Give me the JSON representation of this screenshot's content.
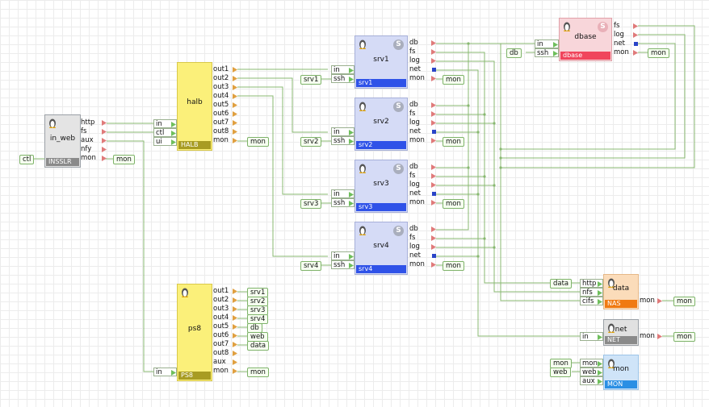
{
  "nodes": {
    "in_web": {
      "title": "in_web",
      "footer": "INSSLR",
      "ports": [
        "http",
        "fs",
        "aux",
        "nfy",
        "mon"
      ],
      "input": "ctl",
      "mon": "mon"
    },
    "halb": {
      "title": "halb",
      "footer": "HALB",
      "inputs": [
        "in",
        "ctl",
        "ui"
      ],
      "outputs": [
        "out1",
        "out2",
        "out3",
        "out4",
        "out5",
        "out6",
        "out7",
        "out8",
        "mon"
      ],
      "mon": "mon"
    },
    "ps8": {
      "title": "ps8",
      "footer": "PS8",
      "inputs": [
        "in"
      ],
      "outputs": [
        "out1",
        "out2",
        "out3",
        "out4",
        "out5",
        "out6",
        "out7",
        "out8",
        "aux",
        "mon"
      ],
      "out_tags": [
        "srv1",
        "srv2",
        "srv3",
        "srv4",
        "db",
        "web",
        "data"
      ],
      "mon": "mon"
    },
    "srv": [
      {
        "title": "srv1",
        "footer": "srv1",
        "badge": "S",
        "inputs": [
          "in",
          "ssh"
        ],
        "outputs": [
          "db",
          "fs",
          "log",
          "net",
          "mon"
        ],
        "ssh_tag": "srv1",
        "mon": "mon"
      },
      {
        "title": "srv2",
        "footer": "srv2",
        "badge": "S",
        "inputs": [
          "in",
          "ssh"
        ],
        "outputs": [
          "db",
          "fs",
          "log",
          "net",
          "mon"
        ],
        "ssh_tag": "srv2",
        "mon": "mon"
      },
      {
        "title": "srv3",
        "footer": "srv3",
        "badge": "S",
        "inputs": [
          "in",
          "ssh"
        ],
        "outputs": [
          "db",
          "fs",
          "log",
          "net",
          "mon"
        ],
        "ssh_tag": "srv3",
        "mon": "mon"
      },
      {
        "title": "srv4",
        "footer": "srv4",
        "badge": "S",
        "inputs": [
          "in",
          "ssh"
        ],
        "outputs": [
          "db",
          "fs",
          "log",
          "net",
          "mon"
        ],
        "ssh_tag": "srv4",
        "mon": "mon"
      }
    ],
    "dbase": {
      "title": "dbase",
      "footer": "dbase",
      "badge": "S",
      "inputs": [
        "in",
        "ssh"
      ],
      "outputs": [
        "fs",
        "log",
        "net",
        "mon"
      ],
      "ssh_tag": "db",
      "mon": "mon"
    },
    "data": {
      "title": "data",
      "footer": "NAS",
      "inputs": [
        "http",
        "nfs",
        "cifs"
      ],
      "outputs": [
        "mon"
      ],
      "in_tag": "data",
      "mon": "mon"
    },
    "net": {
      "title": "net",
      "footer": "NET",
      "inputs": [
        "in"
      ],
      "outputs": [
        "mon"
      ],
      "mon": "mon"
    },
    "mon": {
      "title": "mon",
      "footer": "MON",
      "inputs": [
        "mon",
        "web",
        "aux"
      ],
      "in_tags": [
        "mon",
        "web"
      ]
    }
  },
  "colors": {
    "wire": "#88b870",
    "srv_bg": "#d5dbf6",
    "srv_foot": "#2f52e8",
    "halb_bg": "#fbf07a",
    "halb_foot": "#a89c22",
    "in_web_bg": "#e4e4e4",
    "in_web_foot": "#8a8a8a",
    "dbase_bg": "#f8d6da",
    "dbase_foot": "#f0455c",
    "data_bg": "#fbdcba",
    "data_foot": "#f07a12",
    "net_bg": "#e1e1e1",
    "net_foot": "#8a8a8a",
    "mon_bg": "#cfe4f8",
    "mon_foot": "#2a8fe4"
  }
}
